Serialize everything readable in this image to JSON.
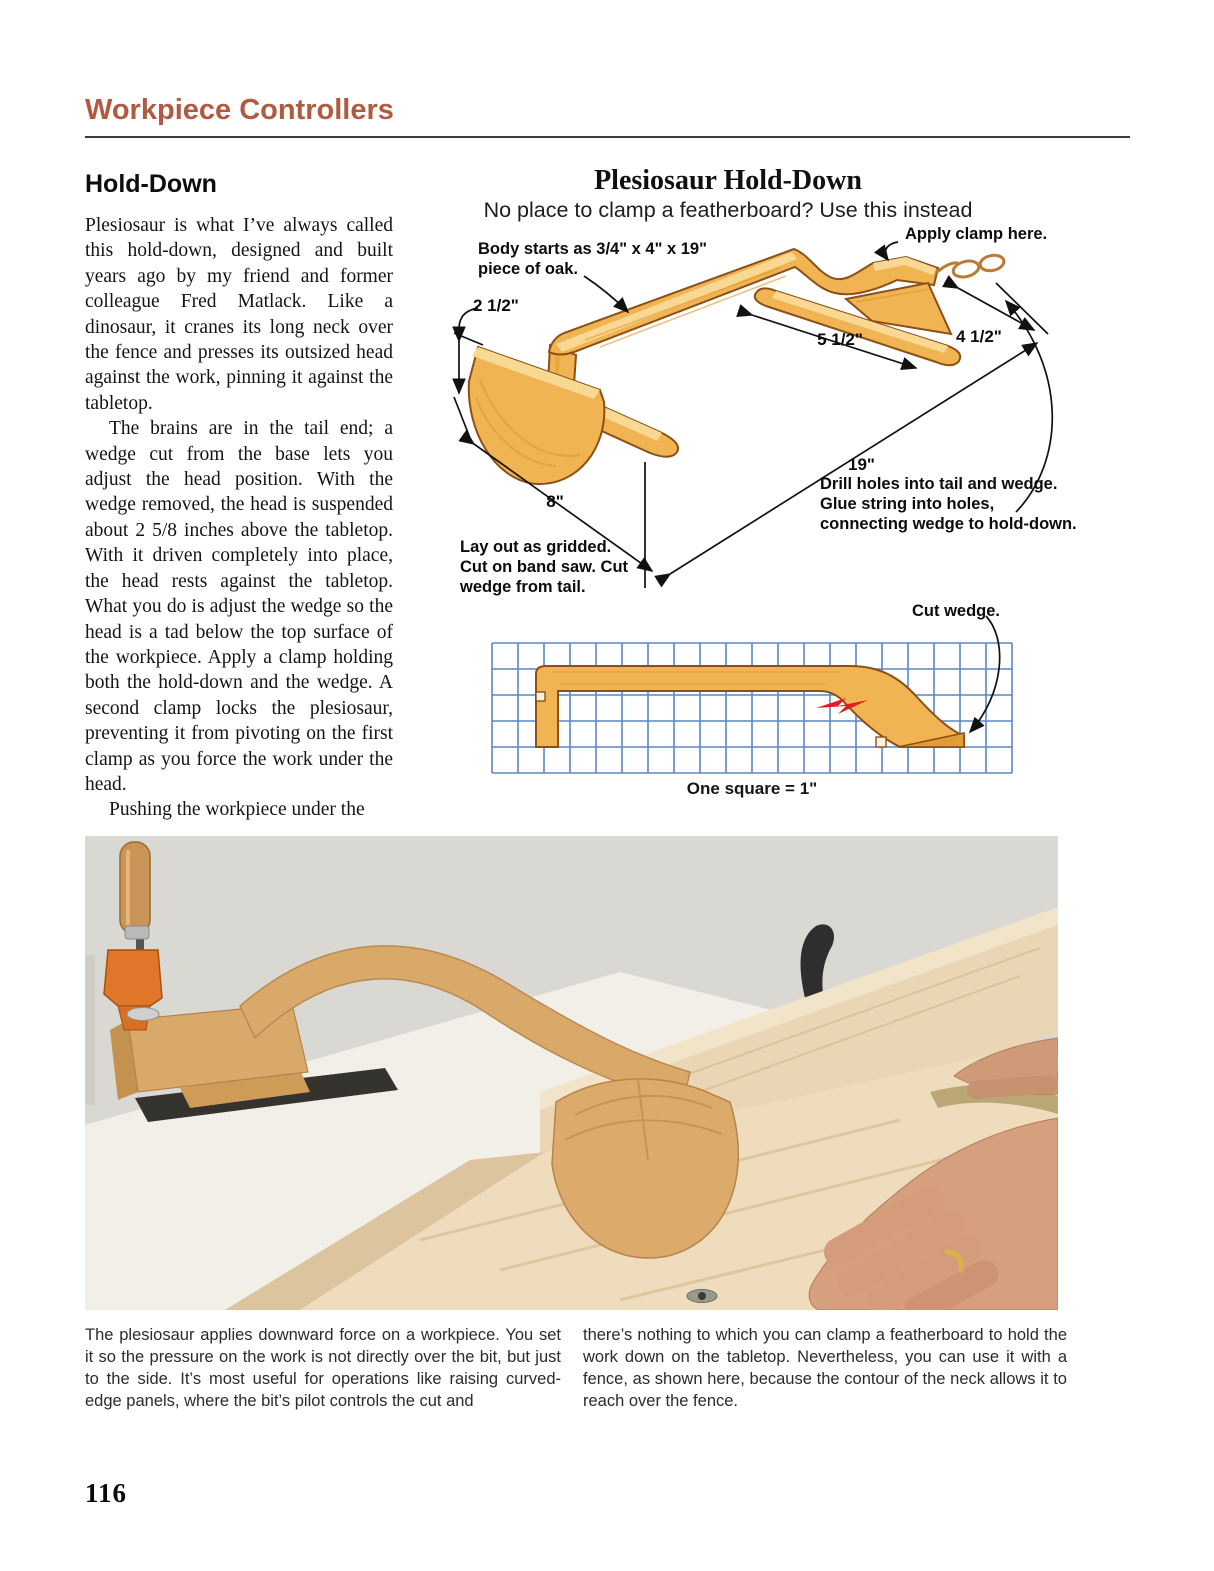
{
  "header": {
    "title": "Workpiece Controllers"
  },
  "article": {
    "heading": "Hold-Down",
    "paragraphs": [
      "Plesiosaur is what I’ve always called this hold-down, designed and built years ago by my friend and former colleague Fred Matlack. Like a dinosaur, it cranes its long neck over the fence and presses its outsized head against the work, pinning it against the tabletop.",
      "The brains are in the tail end; a wedge cut from the base lets you adjust the head position. With the wedge removed, the head is suspended about 2 5/8 inches above the tabletop. With it driven completely into place, the head rests against the tabletop. What you do is adjust the wedge so the head is a tad below the top surface of the workpiece. Apply a clamp holding both the hold-down and the wedge. A second clamp locks the plesiosaur, preventing it from pivoting on the first clamp as you force the work under the head.",
      "Pushing the workpiece under the"
    ]
  },
  "diagram": {
    "title": "Plesiosaur Hold-Down",
    "subtitle": "No place to clamp a featherboard? Use this instead",
    "labels": {
      "body": "Body starts as 3/4\" x 4\" x 19\"\npiece of oak.",
      "apply_clamp": "Apply clamp here.",
      "drill": "Drill holes into tail and wedge.\nGlue string into holes,\nconnecting wedge to hold-down.",
      "layout": "Lay out as gridded.\nCut on band saw. Cut\nwedge from tail.",
      "cut_wedge": "Cut wedge.",
      "grid_scale": "One square = 1\""
    },
    "dimensions": {
      "head_height": "2 1/2\"",
      "head_length": "8\"",
      "overall_length": "19\"",
      "wedge_length": "5 1/2\"",
      "tail_length": "4 1/2\""
    }
  },
  "photo": {
    "caption_left": "The plesiosaur applies downward force on a workpiece. You set it so the pressure on the work is not directly over the bit, but just to the side. It’s most useful for operations like raising curved-edge panels, where the bit’s pilot controls the cut and",
    "caption_right": "there’s nothing to which you can clamp a featherboard to hold the work down on the tabletop. Nevertheless, you can use it with a fence, as shown here, because the contour of the neck allows it to reach over the fence."
  },
  "page": {
    "number": "116"
  },
  "theme": {
    "rust": "#b15a42",
    "wood": "#f0b452",
    "grid-blue": "#5b86c6",
    "mark-red": "#e31c23"
  }
}
